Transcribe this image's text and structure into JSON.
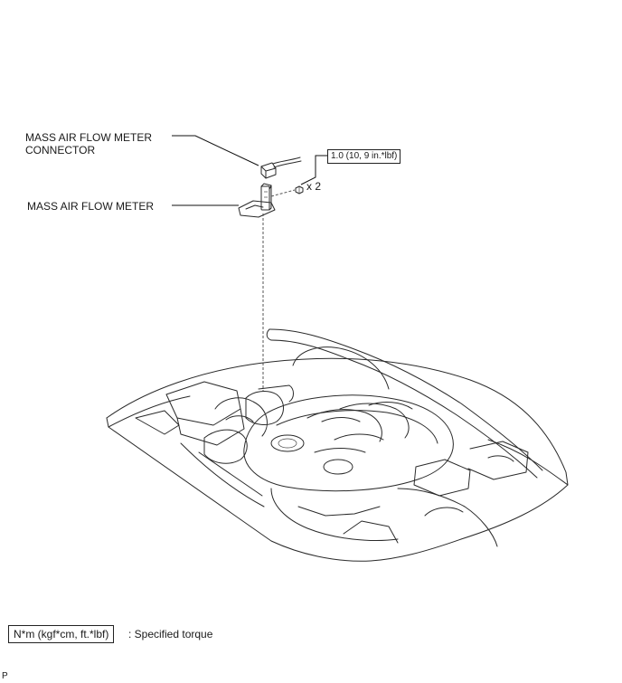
{
  "callouts": {
    "connector_line1": "MASS AIR FLOW METER",
    "connector_line2": "CONNECTOR",
    "meter": "MASS AIR FLOW METER"
  },
  "torque": {
    "value": "1.0 (10, 9 in.*lbf)",
    "quantity": "x 2"
  },
  "legend": {
    "unit_box": "N*m (kgf*cm, ft.*lbf)",
    "description": ": Specified torque"
  },
  "footer": {
    "mark": "P"
  },
  "icons": {
    "engine": "engine-bay-illustration-icon",
    "connector": "connector-icon",
    "meter": "mass-air-flow-meter-icon",
    "bolt": "bolt-icon"
  }
}
